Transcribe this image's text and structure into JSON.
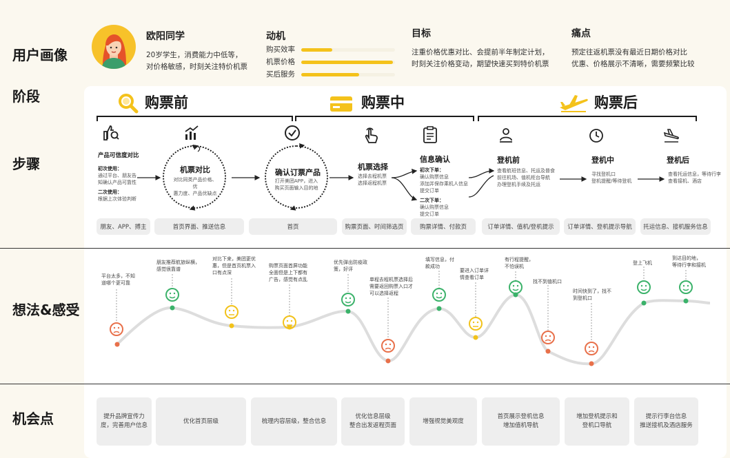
{
  "labels": {
    "persona": "用户画像",
    "stage": "阶段",
    "steps": "步骤",
    "feelings": "想法&感受",
    "opportunities": "机会点"
  },
  "persona": {
    "name": "欧阳同学",
    "desc_line1": "20岁学生，消费能力中低等，",
    "desc_line2": "对价格敏感，时刻关注特价机票"
  },
  "motivation": {
    "title": "动机",
    "items": [
      {
        "label": "购买效率",
        "level": 0.33
      },
      {
        "label": "机票价格",
        "level": 0.98
      },
      {
        "label": "买后服务",
        "level": 0.62
      }
    ],
    "color": "#f4c21b"
  },
  "goal": {
    "title": "目标",
    "text_line1": "注重价格优惠对比、会提前半年制定计划，",
    "text_line2": "时刻关注价格变动，期望快速买到特价机票"
  },
  "pain": {
    "title": "痛点",
    "text_line1": "预定往返机票没有最近日期价格对比",
    "text_line2": "优惠、价格展示不清晰，需要频繁比较"
  },
  "stages": [
    {
      "label": "购票前",
      "icon": "search-icon"
    },
    {
      "label": "购票中",
      "icon": "card-icon"
    },
    {
      "label": "购票后",
      "icon": "airplane-icon"
    }
  ],
  "steps": {
    "s1": {
      "title": "产品可信度对比",
      "icon": "thumb-search-icon",
      "d1": "初次使用：",
      "d2": "通过平台、朋友告",
      "d3": "知确认产品可靠性",
      "d4": "二次使用：",
      "d5": "根据上次体验判断"
    },
    "s2": {
      "title": "机票对比",
      "icon": "chart-icon",
      "d1": "对比同类产品价格、优",
      "d2": "惠力度、产品优缺点"
    },
    "s3": {
      "title": "确认订票产品",
      "icon": "check-circle-icon",
      "d1": "打开美团APP，进入",
      "d2": "购买页面输入目的地"
    },
    "s4": {
      "title": "机票选择",
      "icon": "tap-icon",
      "d1": "选择去程机票",
      "d2": "选择返程机票"
    },
    "s5": {
      "title": "信息确认",
      "icon": "clipboard-icon",
      "d1": "初次下单：",
      "d2": "确认购票信息",
      "d3": "添加并保存乘机人信息",
      "d4": "提交订单",
      "d5": "二次下单：",
      "d6": "确认购票信息",
      "d7": "提交订单"
    },
    "s6": {
      "title": "登机前",
      "icon": "person-icon",
      "d1": "查看航班信息、托运及普食",
      "d2": "前往机场、值机柜台导航",
      "d3": "办理登机手续及托运"
    },
    "s7": {
      "title": "登机中",
      "icon": "clock-icon",
      "d1": "寻找登机口",
      "d2": "登机提醒/等待登机"
    },
    "s8": {
      "title": "登机后",
      "icon": "landing-icon",
      "d1": "查看托运信息，等待行李",
      "d2": "查看接机、酒店"
    }
  },
  "touchpoints": [
    "朋友、APP、搏主",
    "首页界面、推送信息",
    "首页",
    "购票页面、时间筛选页",
    "购票详情、付款页",
    "订单详情、值机/登机提示",
    "订单详情、登机提示导航",
    "托运信息、接机服务信息"
  ],
  "feelings": {
    "notes": [
      {
        "l1": "平台太多，不知",
        "l2": "道哪个更可靠"
      },
      {
        "l1": "朋友推荐航旅纵横，",
        "l2": "感觉很靠谱"
      },
      {
        "l1": "对比下来，美团更优",
        "l2": "惠，但是首页机票入",
        "l3": "口有点深"
      },
      {
        "l1": "购票页面首屏功能",
        "l2": "全面但是上下都有",
        "l3": "广告，感觉有点乱"
      },
      {
        "l1": "优先弹出防疫政",
        "l2": "策，好评"
      },
      {
        "l1": "单程去程机票选择后",
        "l2": "需要返回购票入口才",
        "l3": "可以选择返程"
      },
      {
        "l1": "填写信息，付",
        "l2": "款成功"
      },
      {
        "l1": "要进入订单详",
        "l2": "情查看订单"
      },
      {
        "l1": "有行程提醒，",
        "l2": "不怕误机"
      },
      {
        "l1": "找不到值机口"
      },
      {
        "l1": "时间快到了，找不",
        "l2": "到登机口"
      },
      {
        "l1": "登上飞机"
      },
      {
        "l1": "到达目的地，",
        "l2": "等待行李和接机"
      }
    ],
    "colors": {
      "sad": "#e8704a",
      "neutral": "#f2c21a",
      "happy": "#3bb26a"
    }
  },
  "opportunities": [
    {
      "l1": "提升品牌宣传力",
      "l2": "度，完善用户信息"
    },
    {
      "l1": "优化首页层级"
    },
    {
      "l1": "梳理内容层级，整合信息"
    },
    {
      "l1": "优化信息层级",
      "l2": "整合出发返程页面"
    },
    {
      "l1": "增强视觉美观度"
    },
    {
      "l1": "首页展示登机信息",
      "l2": "增加值机导航"
    },
    {
      "l1": "增加登机提示和",
      "l2": "登机口导航"
    },
    {
      "l1": "提示行李台信息",
      "l2": "推送接机及酒店服务"
    }
  ]
}
